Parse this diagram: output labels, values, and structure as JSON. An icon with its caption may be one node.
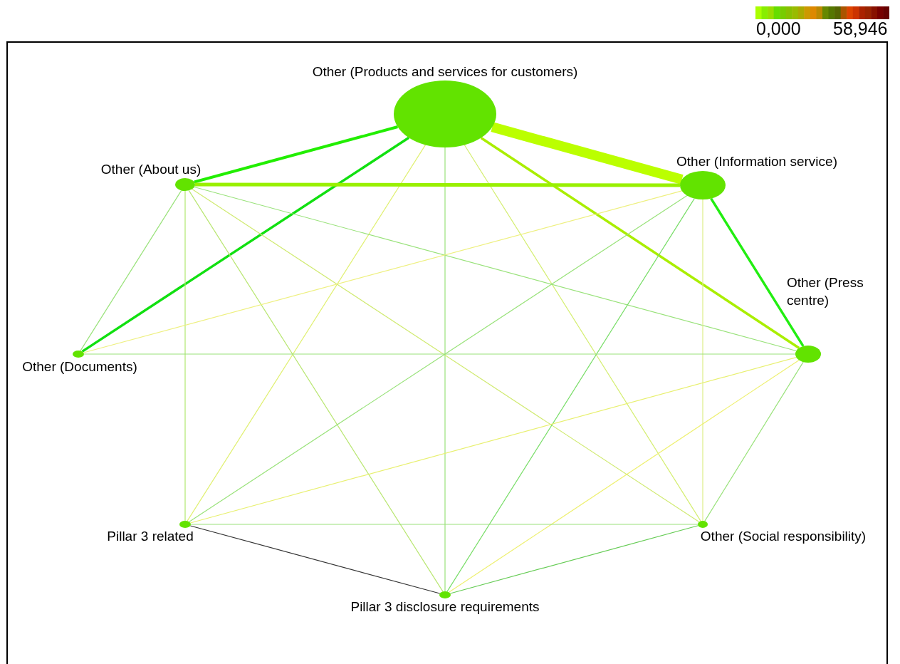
{
  "diagram": {
    "nodes": [
      {
        "text": [
          "Other (Products and services for customers)"
        ]
      },
      {
        "text": [
          "Other (About us)"
        ]
      },
      {
        "text": [
          "Other (Information service)"
        ]
      },
      {
        "text": [
          "Other (Documents)"
        ]
      },
      {
        "text": [
          "Other (Press centre)"
        ]
      },
      {
        "text": [
          "Pillar 3 related"
        ]
      },
      {
        "text": [
          "Other (Social responsibility)"
        ]
      },
      {
        "text": [
          "Pillar 3 disclosure requirements"
        ]
      }
    ],
    "edges": [
      {
        "from": 0,
        "to": 1,
        "arrow": "none",
        "style": "thick",
        "color": "#22ee00"
      },
      {
        "from": 0,
        "to": 2,
        "arrow": "none",
        "style": "thick",
        "color": "#bbff00"
      },
      {
        "from": 0,
        "to": 3,
        "arrow": "none",
        "style": "thick",
        "color": "#11e011"
      },
      {
        "from": 0,
        "to": 4,
        "arrow": "none",
        "style": "thick",
        "color": "#aaee00"
      },
      {
        "from": 0,
        "to": 5,
        "arrow": "none",
        "color": "#e0f070"
      },
      {
        "from": 0,
        "to": 6,
        "arrow": "none",
        "color": "#d4ee70"
      },
      {
        "from": 0,
        "to": 7,
        "arrow": "none"
      },
      {
        "from": 1,
        "to": 2,
        "arrow": "none",
        "style": "thick",
        "color": "#99f000"
      },
      {
        "from": 1,
        "to": 3,
        "arrow": "none"
      },
      {
        "from": 1,
        "to": 4,
        "arrow": "none"
      },
      {
        "from": 1,
        "to": 5,
        "arrow": "none",
        "color": "#b0e870"
      },
      {
        "from": 1,
        "to": 6,
        "arrow": "none",
        "color": "#d0ea70"
      },
      {
        "from": 1,
        "to": 7,
        "arrow": "none",
        "color": "#b8e670"
      },
      {
        "from": 2,
        "to": 3,
        "arrow": "none",
        "color": "#eef080"
      },
      {
        "from": 2,
        "to": 4,
        "arrow": "none",
        "style": "thick",
        "color": "#22ee11"
      },
      {
        "from": 2,
        "to": 5,
        "arrow": "none"
      },
      {
        "from": 2,
        "to": 6,
        "arrow": "none",
        "color": "#ddee88"
      },
      {
        "from": 2,
        "to": 7,
        "arrow": "none",
        "color": "#77dd66"
      },
      {
        "from": 3,
        "to": 4,
        "arrow": "none"
      },
      {
        "from": 4,
        "to": 5,
        "arrow": "none",
        "color": "#e8f070"
      },
      {
        "from": 4,
        "to": 6,
        "arrow": "none"
      },
      {
        "from": 4,
        "to": 7,
        "arrow": "none",
        "color": "#eef070"
      },
      {
        "from": 5,
        "to": 6,
        "arrow": "none"
      },
      {
        "from": 5,
        "to": 7,
        "arrow": "none",
        "color": "#333333"
      },
      {
        "from": 6,
        "to": 7,
        "arrow": "none",
        "color": "#66cc55"
      }
    ],
    "labels": [
      "0,000",
      "58,946"
    ]
  }
}
